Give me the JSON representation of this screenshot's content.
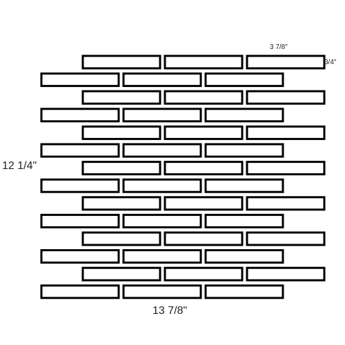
{
  "dimensions": {
    "tile_width": "3 7/8\"",
    "tile_height": "3/4\"",
    "sheet_height": "12 1/4\"",
    "sheet_width": "13 7/8\""
  },
  "mosaic": {
    "rows": 14,
    "tiles_per_row": 3,
    "tile_fill": "#ffffff",
    "tile_stroke": "#000000"
  }
}
